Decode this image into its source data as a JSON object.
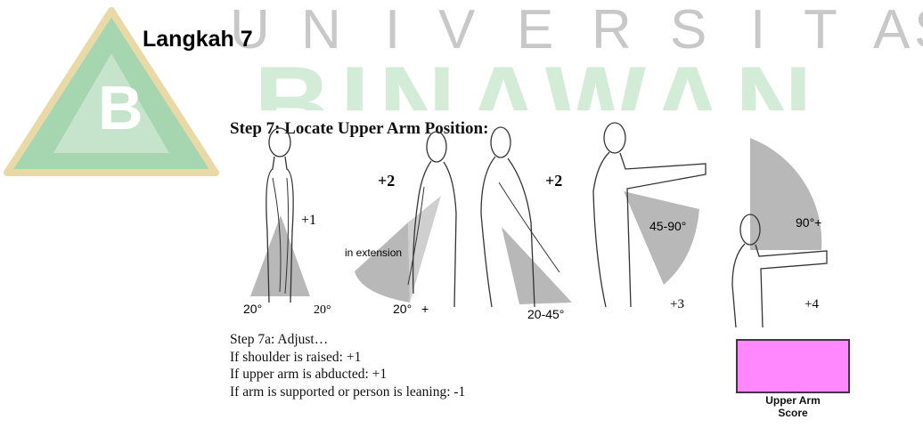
{
  "watermark": {
    "letters": [
      "U",
      "N",
      "I",
      "V",
      "E",
      "R",
      "S",
      "I",
      "T",
      "A",
      "S"
    ],
    "word": "BINAWAN",
    "logo_letter": "B",
    "colors": {
      "green": "#a6d6b0",
      "gold": "#e9d9a6",
      "grey": "#c8c8c8"
    }
  },
  "page": {
    "heading": "Langkah 7"
  },
  "step": {
    "title": "Step 7: Locate Upper Arm Position:",
    "figures": [
      {
        "score": "+1",
        "angle_left": "20°",
        "angle_right": "20°"
      },
      {
        "score": "+2",
        "label": "in extension",
        "angle": "20°",
        "angle_suffix": "+"
      },
      {
        "score": "+2",
        "angle": "20-45°"
      },
      {
        "score": "+3",
        "angle": "45-90°"
      },
      {
        "score": "+4",
        "angle": "90°+"
      }
    ],
    "adjust": {
      "title": "Step 7a: Adjust…",
      "lines": [
        "If shoulder is raised:  +1",
        "If upper arm is abducted:  +1",
        "If arm is supported or person is leaning: -1"
      ]
    },
    "score": {
      "label_line1": "Upper Arm",
      "label_line2": "Score",
      "box_color": "#ff88ff"
    }
  }
}
